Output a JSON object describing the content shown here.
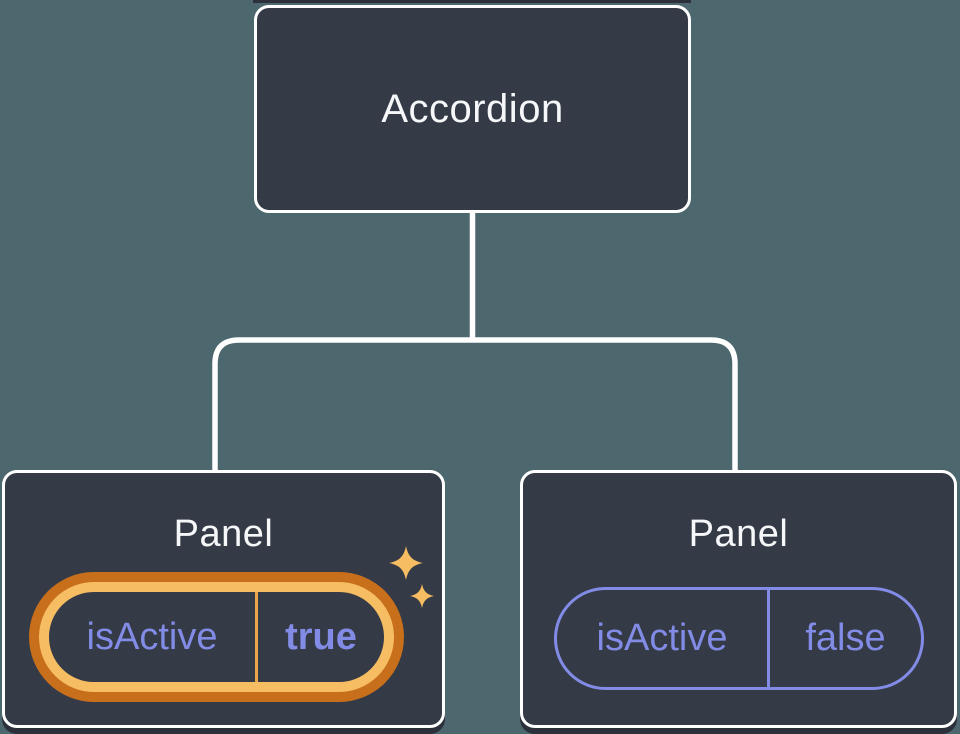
{
  "diagram": {
    "root": {
      "label": "Accordion"
    },
    "children": [
      {
        "label": "Panel",
        "state": {
          "name": "isActive",
          "value": "true"
        },
        "highlighted": true
      },
      {
        "label": "Panel",
        "state": {
          "name": "isActive",
          "value": "false"
        },
        "highlighted": false
      }
    ]
  },
  "icons": {
    "sparkles": "sparkles-icon"
  },
  "colors": {
    "background": "#4D676E",
    "node_fill": "#343A46",
    "node_border": "#FFFFFF",
    "label_text": "#F6F7F9",
    "state_purple": "#828CE6",
    "highlight_gold": "#F7BD62",
    "highlight_orange": "#C76F1B",
    "divider_gold": "#E8A64F",
    "edge_shadow": "#2B303B"
  }
}
